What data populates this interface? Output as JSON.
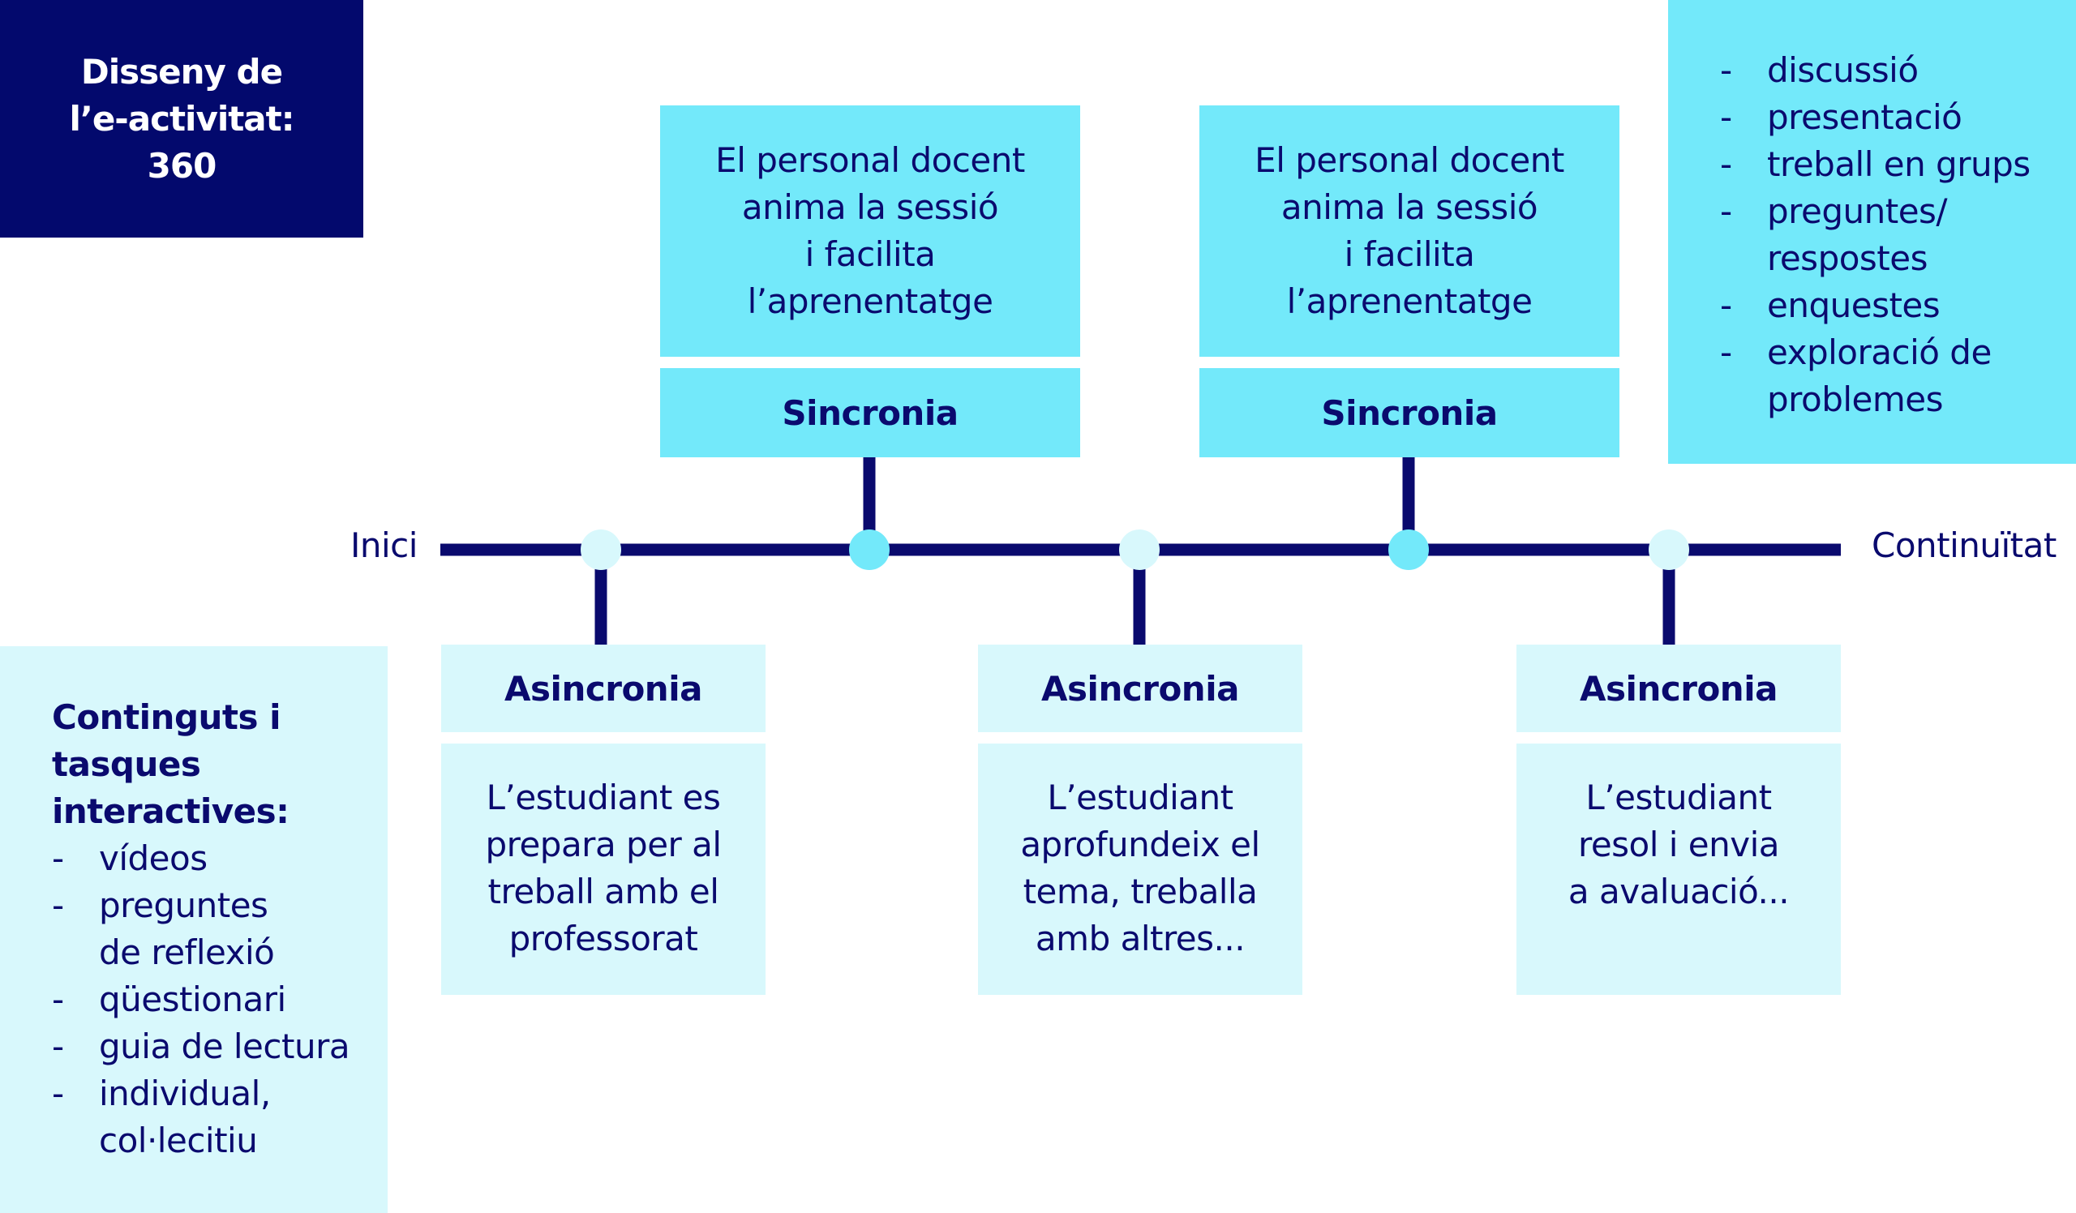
{
  "title": {
    "lines": [
      "Disseny de",
      "l’e-activitat:",
      "360"
    ]
  },
  "timeline": {
    "start_label": "Inici",
    "end_label": "Continuïtat"
  },
  "sync": [
    {
      "label": "Sincronia",
      "desc": [
        "El personal docent",
        "anima la sessió",
        "i facilita",
        "l’aprenentatge"
      ]
    },
    {
      "label": "Sincronia",
      "desc": [
        "El personal docent",
        "anima la sessió",
        "i facilita",
        "l’aprenentatge"
      ]
    }
  ],
  "async": [
    {
      "label": "Asincronia",
      "desc": [
        "L’estudiant es",
        "prepara per al",
        "treball amb el",
        "professorat"
      ]
    },
    {
      "label": "Asincronia",
      "desc": [
        "L’estudiant",
        "aprofundeix el",
        "tema, treballa",
        "amb altres..."
      ]
    },
    {
      "label": "Asincronia",
      "desc": [
        "L’estudiant",
        "resol i envia",
        "a avaluació..."
      ]
    }
  ],
  "sync_activities": {
    "dash": "-",
    "items": [
      [
        "discussió"
      ],
      [
        "presentació"
      ],
      [
        "treball en grups"
      ],
      [
        "preguntes/",
        "respostes"
      ],
      [
        "enquestes"
      ],
      [
        "exploració de",
        "problemes"
      ]
    ]
  },
  "async_contents": {
    "heading": [
      "Continguts i",
      "tasques",
      "interactives:"
    ],
    "dash": "-",
    "items": [
      [
        "vídeos"
      ],
      [
        "preguntes",
        "de reflexió"
      ],
      [
        "qüestionari"
      ],
      [
        "guia de lectura"
      ],
      [
        "individual,",
        "col·lecitiu"
      ]
    ]
  },
  "colors": {
    "navy": "#03096d",
    "line": "#0a0a6e",
    "cyan": "#73e9fa",
    "light_cyan": "#d8f8fc",
    "node_light": "#d8f8fc",
    "node_cyan": "#73e9fa"
  }
}
